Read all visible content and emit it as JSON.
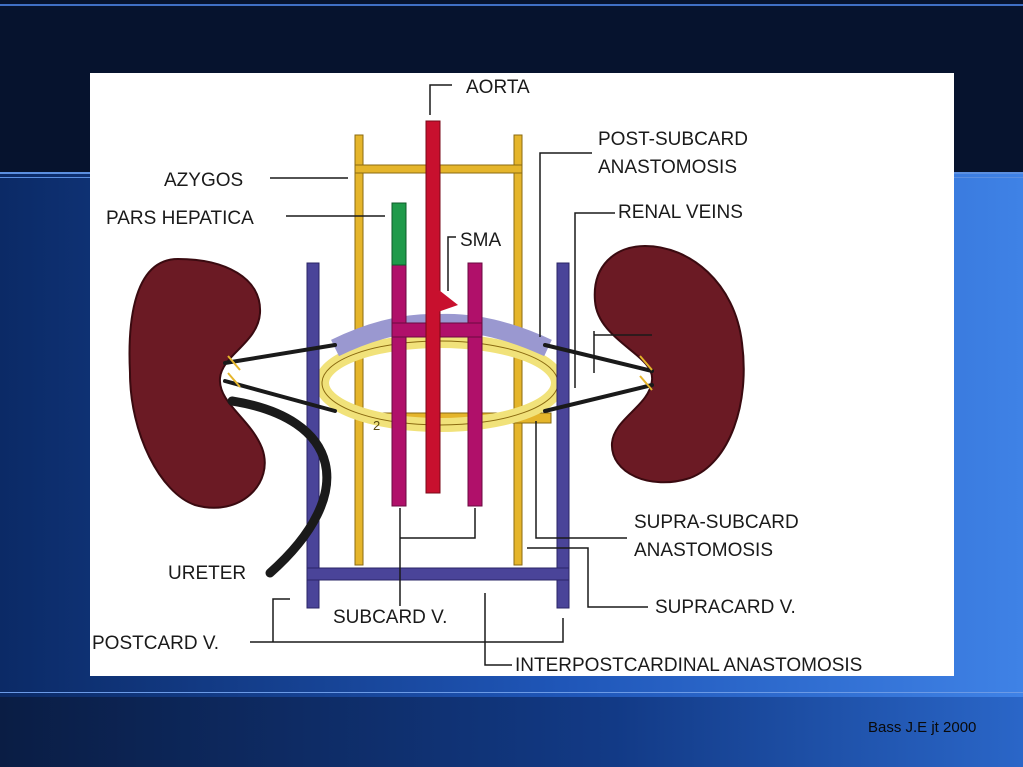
{
  "labels": {
    "aorta": "AORTA",
    "post_subcard_line1": "POST-SUBCARD",
    "post_subcard_line2": "ANASTOMOSIS",
    "azygos": "AZYGOS",
    "renal_veins": "RENAL VEINS",
    "pars_hepatica": "PARS HEPATICA",
    "sma": "SMA",
    "supra_subcard_line1": "SUPRA-SUBCARD",
    "supra_subcard_line2": "ANASTOMOSIS",
    "ureter": "URETER",
    "supracard": "SUPRACARD V.",
    "subcard": "SUBCARD V.",
    "postcard": "POSTCARD V.",
    "interpostcardinal": "INTERPOSTCARDINAL ANASTOMOSIS",
    "marker_2": "2"
  },
  "credit": "Bass J.E jt 2000",
  "colors": {
    "aorta": "#c8102e",
    "subcardinal": "#b0106a",
    "supracardinal": "#e5b52b",
    "postcardinal": "#4a4499",
    "renal_anastomosis": "#9a98d0",
    "pars_hepatica": "#1f9a4a",
    "kidney": "#6b1a24",
    "background_dark": "#06132e",
    "background_blue": "#2e6fd0"
  }
}
